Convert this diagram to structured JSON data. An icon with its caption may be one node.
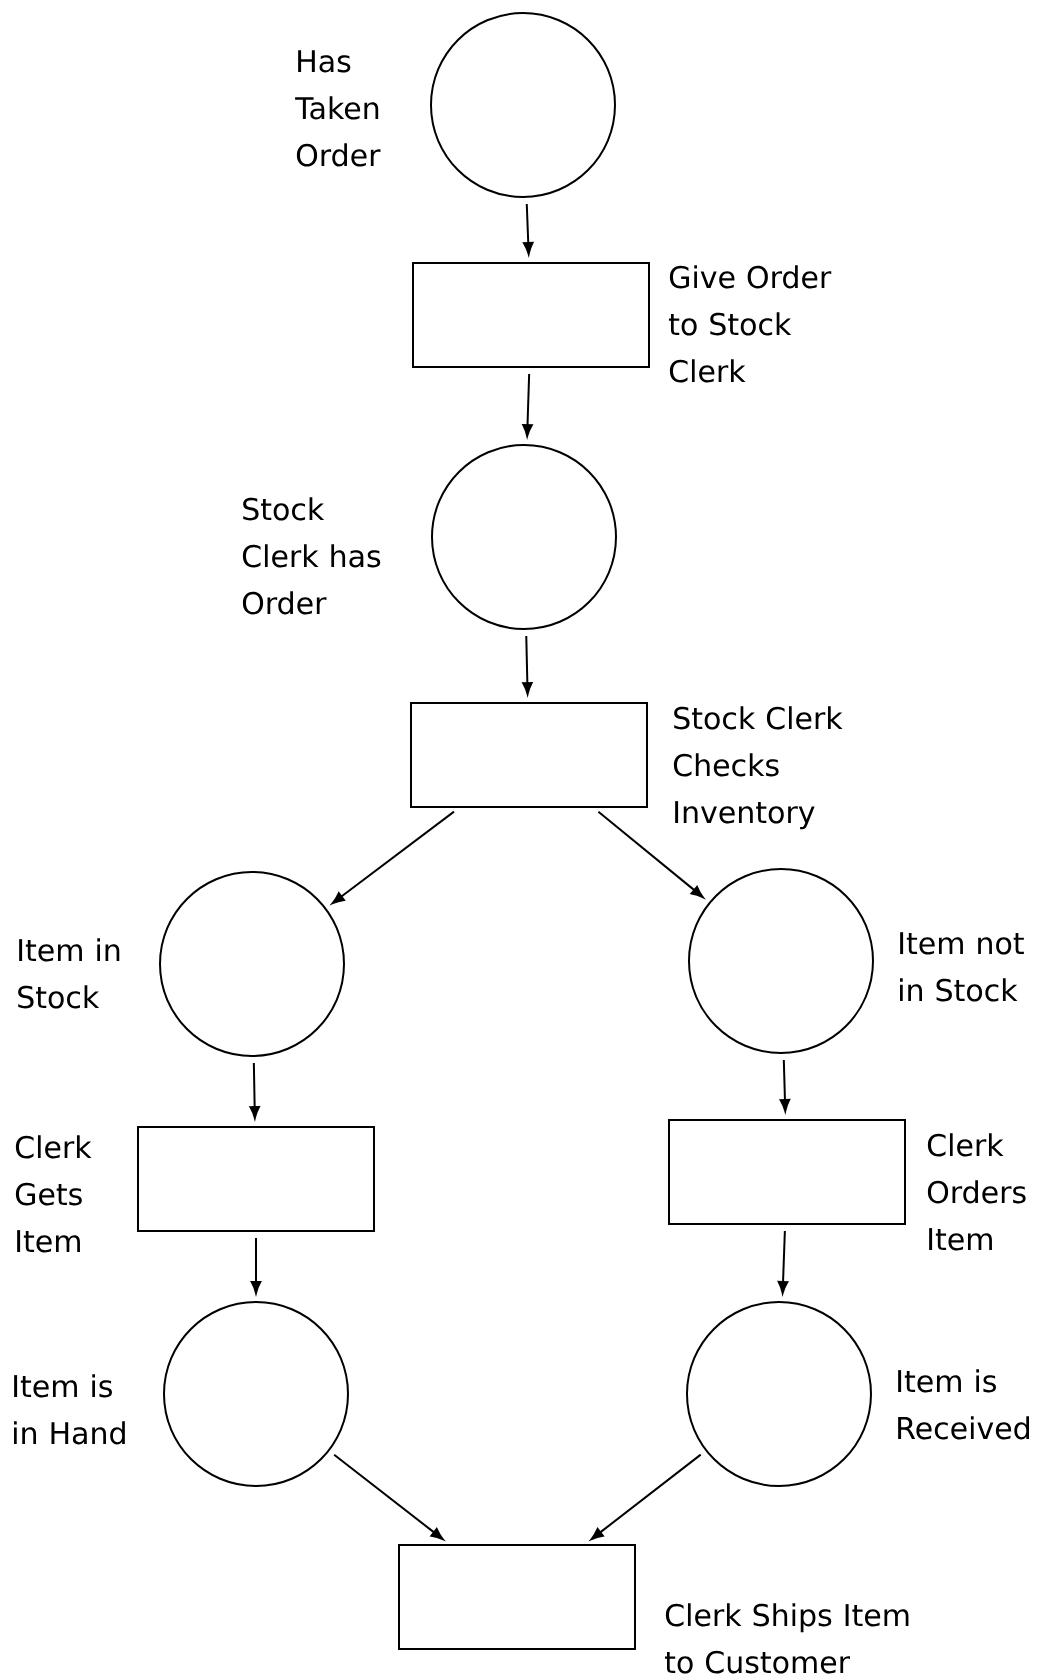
{
  "diagram": {
    "nodes": [
      {
        "text": [],
        "shape": "circle",
        "beside": [
          "Has Taken Order"
        ]
      },
      {
        "text": [],
        "shape": "box",
        "beside": [
          "Give Order to Stock Clerk"
        ]
      },
      {
        "text": [],
        "shape": "circle",
        "beside": [
          "Stock Clerk has Order"
        ]
      },
      {
        "text": [],
        "shape": "box",
        "beside": [
          "Stock Clerk Checks Inventory"
        ]
      },
      {
        "text": [],
        "shape": "circle",
        "beside": [
          "Item in Stock"
        ]
      },
      {
        "text": [],
        "shape": "circle",
        "beside": [
          "Item not in Stock"
        ]
      },
      {
        "text": [],
        "shape": "box",
        "beside": [
          "Clerk Gets Item"
        ]
      },
      {
        "text": [],
        "shape": "box",
        "beside": [
          "Clerk Orders Item"
        ]
      },
      {
        "text": [],
        "shape": "circle",
        "beside": [
          "Item is in Hand"
        ]
      },
      {
        "text": [],
        "shape": "circle",
        "beside": [
          "Item is Received"
        ]
      },
      {
        "text": [],
        "shape": "box",
        "beside": [
          "Clerk Ships Item to Customer"
        ]
      }
    ],
    "edges": [
      {
        "from": 0,
        "to": 1,
        "arrow": "to"
      },
      {
        "from": 1,
        "to": 2,
        "arrow": "to"
      },
      {
        "from": 2,
        "to": 3,
        "arrow": "to"
      },
      {
        "from": 3,
        "to": 4,
        "arrow": "to"
      },
      {
        "from": 3,
        "to": 5,
        "arrow": "to"
      },
      {
        "from": 4,
        "to": 6,
        "arrow": "to"
      },
      {
        "from": 5,
        "to": 7,
        "arrow": "to"
      },
      {
        "from": 6,
        "to": 8,
        "arrow": "to"
      },
      {
        "from": 7,
        "to": 9,
        "arrow": "to"
      },
      {
        "from": 8,
        "to": 10,
        "arrow": "to"
      },
      {
        "from": 9,
        "to": 10,
        "arrow": "to"
      }
    ]
  }
}
